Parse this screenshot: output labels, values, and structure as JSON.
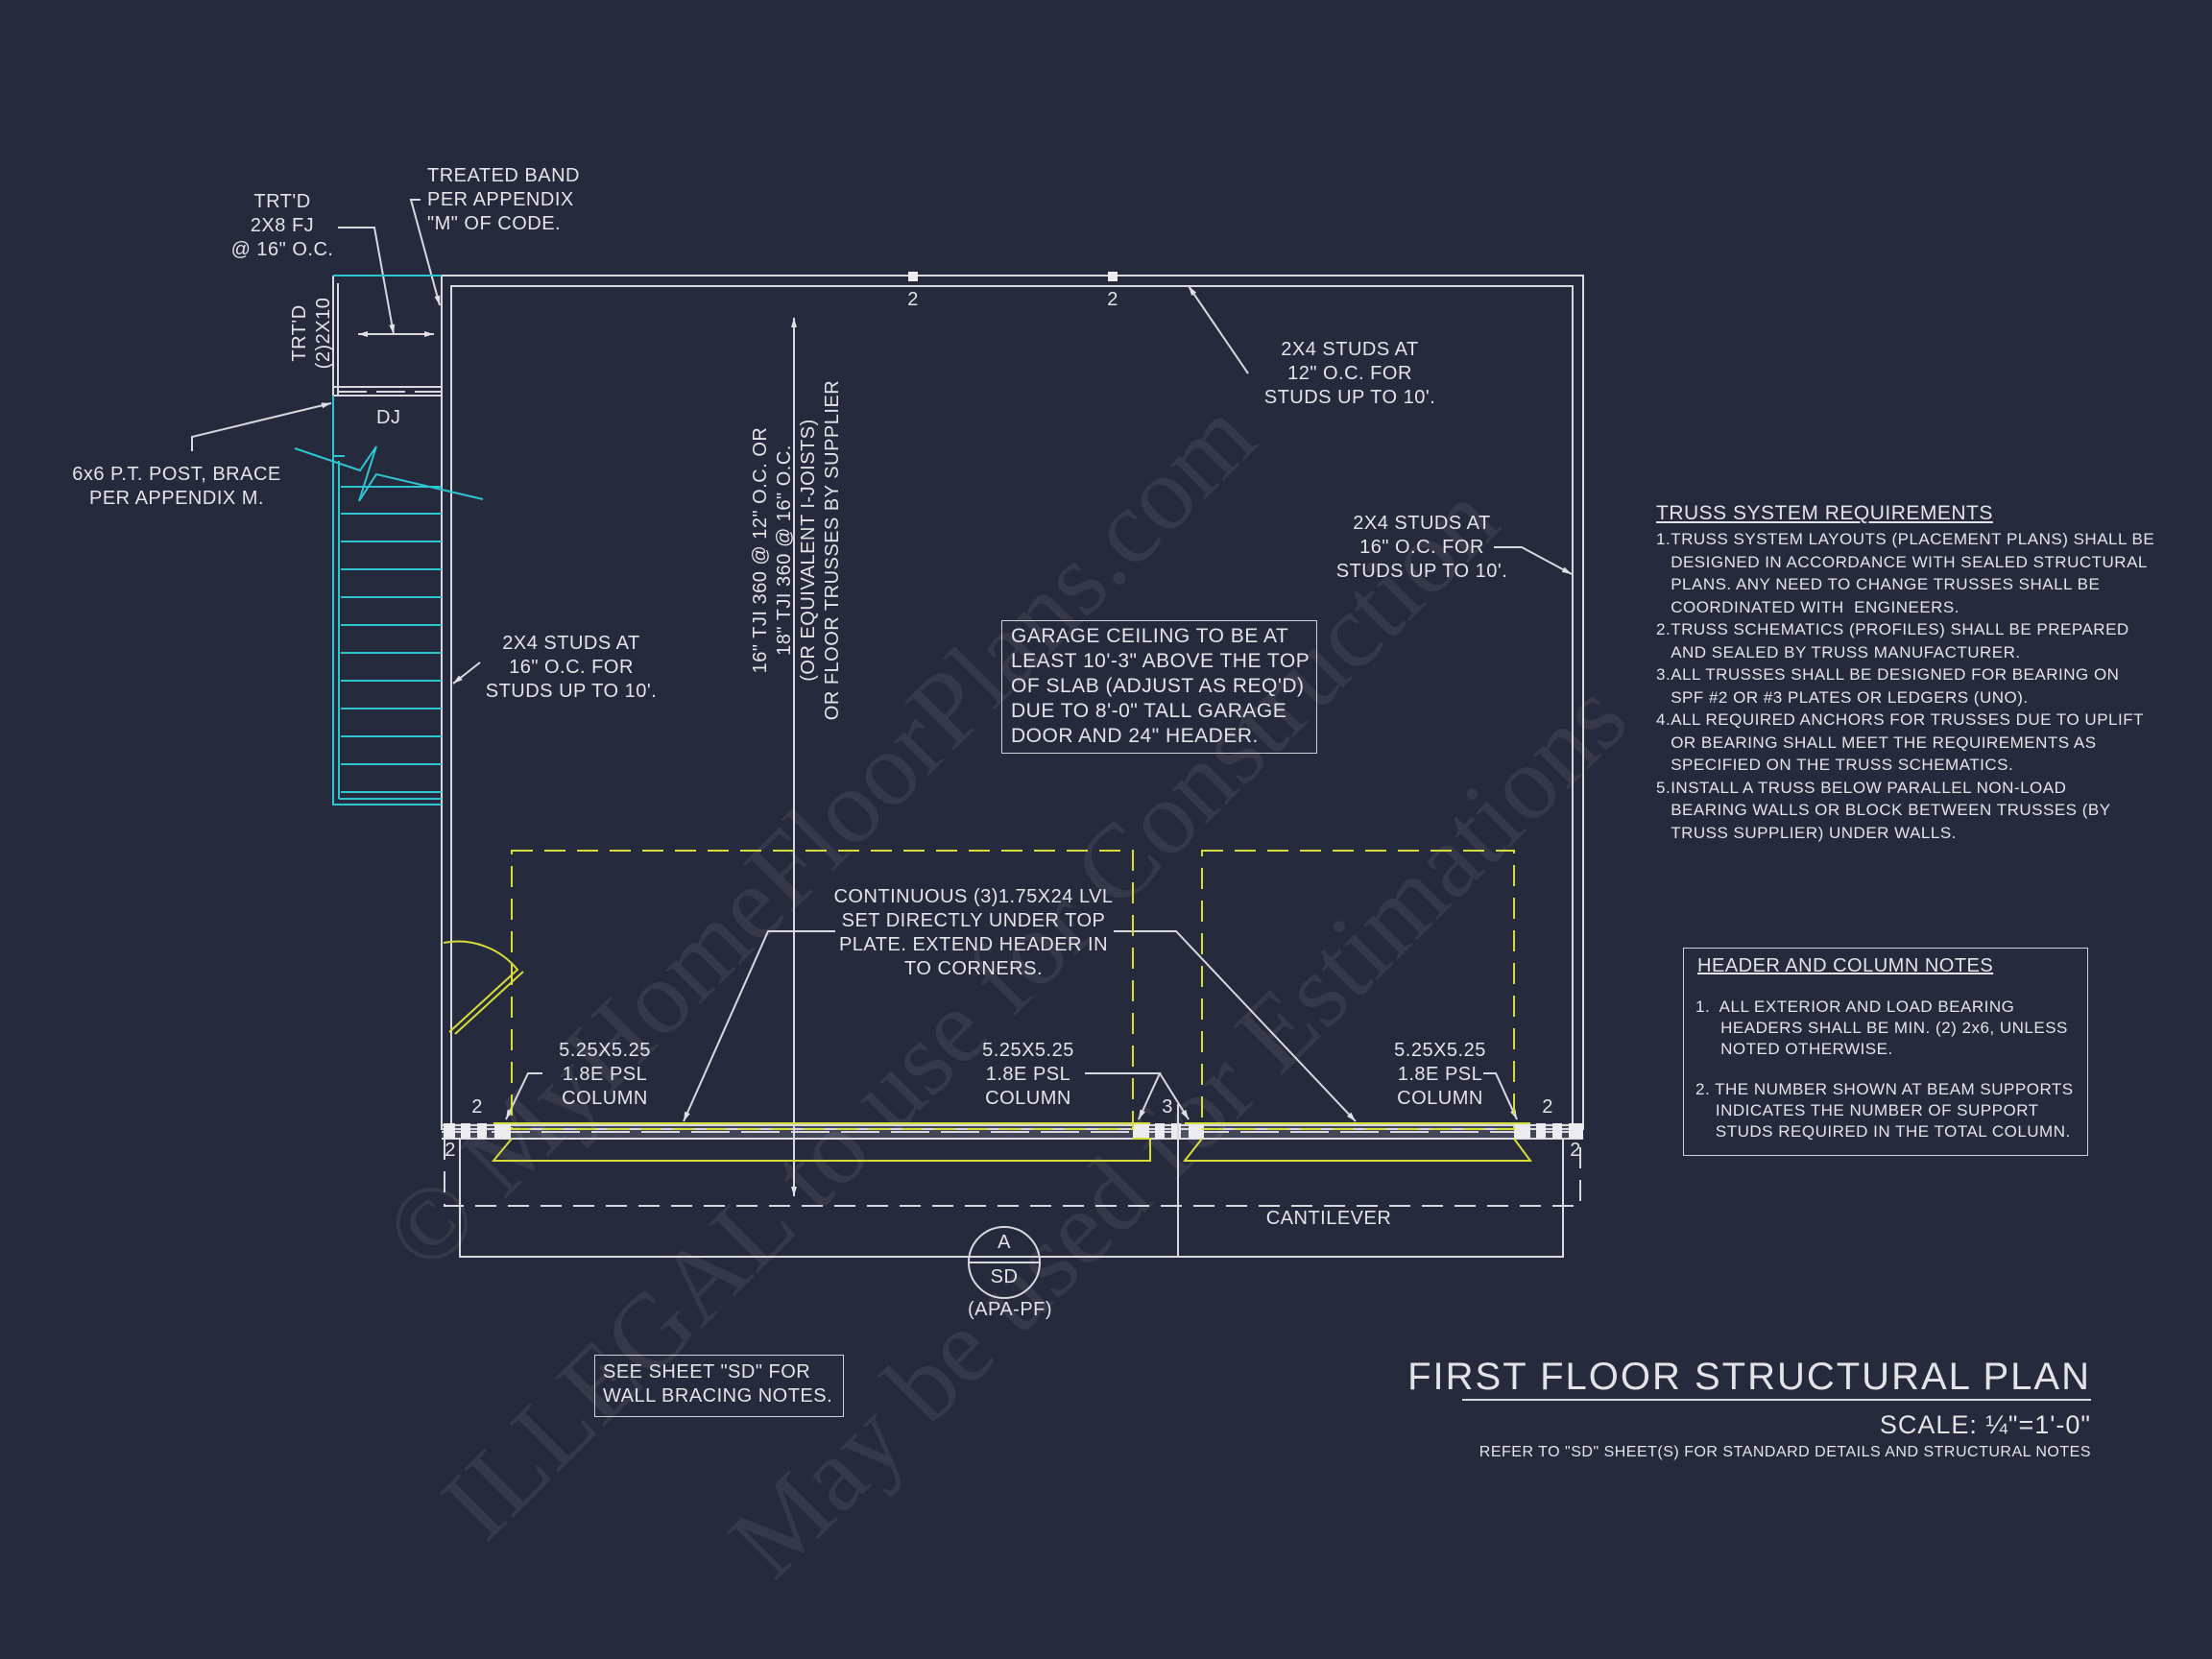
{
  "title": {
    "main": "FIRST FLOOR STRUCTURAL PLAN",
    "scale": "SCALE: ¼\"=1'-0\"",
    "refer": "REFER TO \"SD\" SHEET(S) FOR STANDARD DETAILS AND STRUCTURAL NOTES"
  },
  "watermark": {
    "line1": "© MyHomeFloorPlans.com",
    "line2": "ILLEGAL to use for Construction",
    "line3": "May be used for Estimations"
  },
  "deck": {
    "joist_note": "TRT'D\n2X8 FJ\n@ 16\" O.C.",
    "band_note": "TREATED BAND\nPER APPENDIX\n\"M\" OF CODE.",
    "beam_note": "TRT'D\n(2)2X10",
    "dj": "DJ",
    "post_note": "6x6 P.T. POST, BRACE\nPER APPENDIX M."
  },
  "walls": {
    "left_studs": "2X4 STUDS AT\n16\" O.C. FOR\nSTUDS UP TO 10'.",
    "top_studs": "2X4 STUDS AT\n12\" O.C. FOR\nSTUDS UP TO 10'.",
    "right_studs": "2X4 STUDS AT\n16\" O.C. FOR\nSTUDS UP TO 10'."
  },
  "joists": {
    "lines": [
      "16\" TJI 360 @ 12\" O.C. OR",
      "18\" TJI 360 @ 16\" O.C.",
      "(OR EQUIVALENT I-JOISTS)",
      "OR FLOOR TRUSSES BY SUPPLIER"
    ]
  },
  "garage_note": "GARAGE CEILING TO BE AT\nLEAST 10'-3\" ABOVE THE TOP\nOF SLAB (ADJUST AS REQ'D)\nDUE TO 8'-0\" TALL GARAGE\nDOOR AND 24\" HEADER.",
  "header_note": "CONTINUOUS (3)1.75X24 LVL\nSET DIRECTLY UNDER TOP\nPLATE. EXTEND HEADER IN\nTO CORNERS.",
  "columns": [
    {
      "label": "5.25X5.25\n1.8E PSL\nCOLUMN"
    },
    {
      "label": "5.25X5.25\n1.8E PSL\nCOLUMN"
    },
    {
      "label": "5.25X5.25\n1.8E PSL\nCOLUMN"
    }
  ],
  "stud_counts": {
    "top_a": "2",
    "top_b": "2",
    "bl_upper": "2",
    "bl_lower": "2",
    "mid": "3",
    "br_upper": "2",
    "br_lower": "2"
  },
  "cantilever": "CANTILEVER",
  "section_marker": {
    "letter": "A",
    "sheet": "SD",
    "note": "(APA-PF)"
  },
  "see_sheet": "SEE SHEET \"SD\" FOR\nWALL BRACING NOTES.",
  "truss_requirements": {
    "heading": "TRUSS SYSTEM REQUIREMENTS",
    "items": [
      {
        "num": "1.",
        "text": "TRUSS SYSTEM LAYOUTS (PLACEMENT PLANS) SHALL BE\nDESIGNED IN ACCORDANCE WITH SEALED STRUCTURAL\nPLANS. ANY NEED TO CHANGE TRUSSES SHALL BE\nCOORDINATED WITH  ENGINEERS."
      },
      {
        "num": "2.",
        "text": "TRUSS SCHEMATICS (PROFILES) SHALL BE PREPARED\nAND SEALED BY TRUSS MANUFACTURER."
      },
      {
        "num": "3.",
        "text": "ALL TRUSSES SHALL BE DESIGNED FOR BEARING ON\nSPF #2 OR #3 PLATES OR LEDGERS (UNO)."
      },
      {
        "num": "4.",
        "text": "ALL REQUIRED ANCHORS FOR TRUSSES DUE TO UPLIFT\nOR BEARING SHALL MEET THE REQUIREMENTS AS\nSPECIFIED ON THE TRUSS SCHEMATICS."
      },
      {
        "num": "5.",
        "text": "INSTALL A TRUSS BELOW PARALLEL NON-LOAD\nBEARING WALLS OR BLOCK BETWEEN TRUSSES (BY\nTRUSS SUPPLIER) UNDER WALLS."
      }
    ]
  },
  "header_column_notes": {
    "heading": "HEADER AND COLUMN NOTES",
    "items": [
      {
        "text": "1.  ALL EXTERIOR AND LOAD BEARING\n     HEADERS SHALL BE MIN. (2) 2x6, UNLESS\n     NOTED OTHERWISE."
      },
      {
        "text": "2. THE NUMBER SHOWN AT BEAM SUPPORTS\n    INDICATES THE NUMBER OF SUPPORT\n    STUDS REQUIRED IN THE TOTAL COLUMN."
      }
    ]
  },
  "colors": {
    "background": "#262a3d",
    "lines": "#d8d8de",
    "yellow": "#d6dc3a",
    "cyan": "#2ec4d0"
  }
}
